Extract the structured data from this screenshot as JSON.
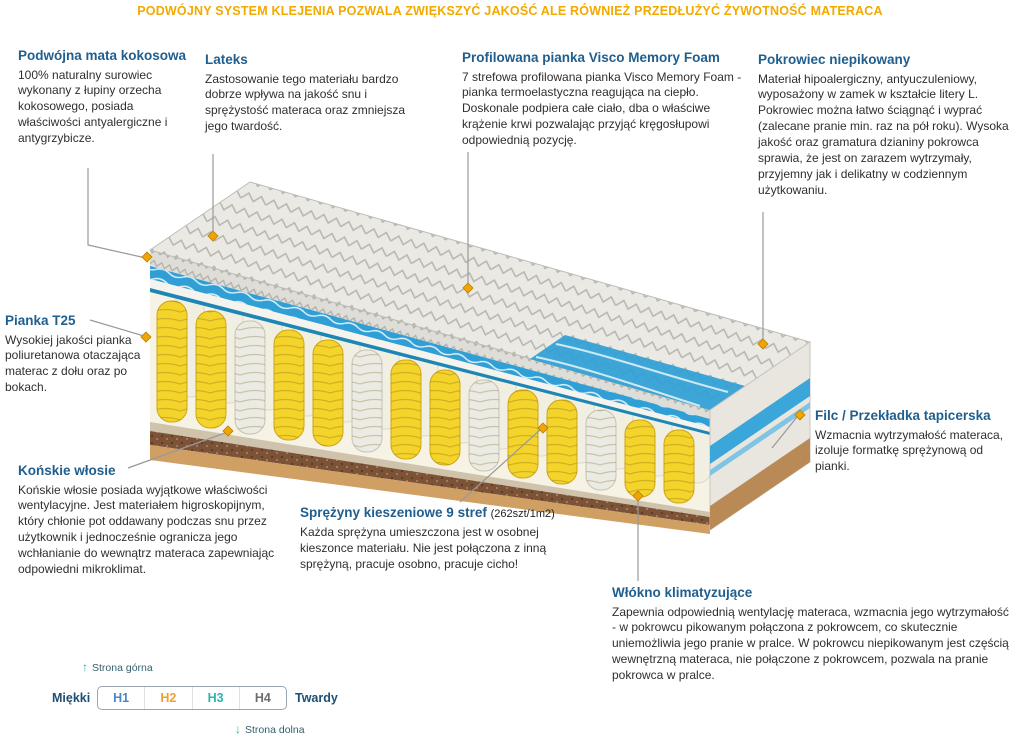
{
  "header": {
    "text": "PODWÓJNY SYSTEM KLEJENIA POZWALA ZWIĘKSZYĆ JAKOŚĆ ALE RÓWNIEŻ PRZEDŁUŻYĆ ŻYWOTNOŚĆ MATERACA"
  },
  "callouts": {
    "coco_mat": {
      "title": "Podwójna mata kokosowa",
      "body": "100% naturalny surowiec wykonany z łupiny orzecha kokosowego, posiada właściwości antyalergiczne i antygrzybicze."
    },
    "latex": {
      "title": "Lateks",
      "body": "Zastosowanie tego materiału bardzo dobrze wpływa na jakość snu i sprężystość materaca oraz zmniejsza jego twardość."
    },
    "visco": {
      "title": "Profilowana pianka Visco Memory Foam",
      "body": "7 strefowa profilowana pianka Visco Memory Foam - pianka termoelastyczna reagująca na ciepło. Doskonale podpiera całe ciało, dba o właściwe krążenie krwi pozwalając przyjąć kręgosłupowi odpowiednią pozycję."
    },
    "cover": {
      "title": "Pokrowiec niepikowany",
      "body": "Materiał hipoalergiczny, antyuczuleniowy, wyposażony w zamek w kształcie litery L. Pokrowiec można łatwo ściągnąć i wyprać (zalecane pranie min. raz na pół roku). Wysoka jakość oraz gramatura dzianiny pokrowca sprawia, że jest on zarazem wytrzymały, przyjemny jak i delikatny w codziennym użytkowaniu."
    },
    "foam_t25": {
      "title": "Pianka T25",
      "body": "Wysokiej jakości pianka poliuretanowa otaczająca materac z dołu oraz po bokach."
    },
    "horsehair": {
      "title": "Końskie włosie",
      "body": "Końskie włosie posiada wyjątkowe właściwości wentylacyjne. Jest materiałem higroskopijnym, który chłonie pot oddawany podczas snu przez użytkownik i jednocześnie ogranicza jego wchłanianie do wewnątrz materaca zapewniając odpowiedni mikroklimat."
    },
    "springs": {
      "title": "Sprężyny kieszeniowe 9 stref",
      "suffix": "(262szt/1m2)",
      "body": "Każda sprężyna umieszczona jest w osobnej kieszonce materiału. Nie jest połączona z inną sprężyną, pracuje osobno, pracuje cicho!"
    },
    "felt": {
      "title": "Filc / Przekładka tapicerska",
      "body": "Wzmacnia wytrzymałość materaca, izoluje formatkę sprężynową od pianki."
    },
    "fiber": {
      "title": "Włókno klimatyzujące",
      "body": "Zapewnia odpowiednią wentylację materaca, wzmacnia jego wytrzymałość - w pokrowcu pikowanym połączona z pokrowcem, co skutecznie uniemożliwia jego pranie w pralce. W pokrowcu niepikowanym jest częścią wewnętrzną materaca, nie połączone z pokrowcem, pozwala na pranie pokrowca w pralce."
    }
  },
  "scale": {
    "top_label": "Strona górna",
    "bottom_label": "Strona dolna",
    "soft_label": "Miękki",
    "hard_label": "Twardy",
    "levels": [
      {
        "label": "H1",
        "color": "#4a86c8"
      },
      {
        "label": "H2",
        "color": "#f0a030"
      },
      {
        "label": "H3",
        "color": "#2fb3ad"
      },
      {
        "label": "H4",
        "color": "#6d6d6d"
      }
    ]
  },
  "icons": {
    "arrow_up": "↑",
    "arrow_down": "↓"
  },
  "colors": {
    "header_text": "#f2a900",
    "heading": "#1f5e8e",
    "body": "#2f2f2f",
    "accent_teal": "#29b2a8",
    "diamond_orange": "#f0a500",
    "spring_yellow": "#f4d32b",
    "wave_blue": "#2f9fd6"
  }
}
